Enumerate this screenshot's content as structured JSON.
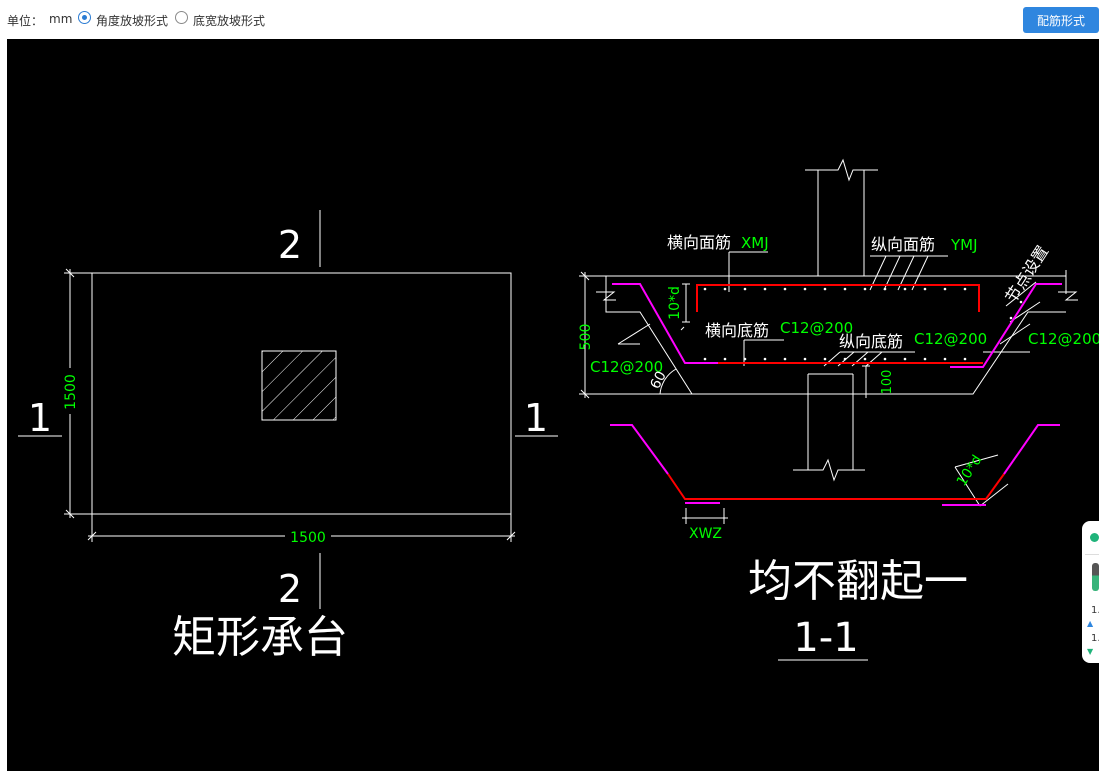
{
  "toolbar": {
    "unit_label": "单位：",
    "unit_value": "mm",
    "options": [
      {
        "label": "角度放坡形式",
        "selected": true
      },
      {
        "label": "底宽放坡形式",
        "selected": false
      }
    ],
    "config_button": "配筋形式"
  },
  "drawing": {
    "plan": {
      "title": "矩形承台",
      "dim_width": "1500",
      "dim_height": "1500",
      "section_mark_top": "2",
      "section_mark_bottom": "2",
      "section_mark_left": "1",
      "section_mark_right": "1"
    },
    "section": {
      "label_top_transverse": "横向面筋",
      "code_top_transverse": "XMJ",
      "label_top_longitudinal": "纵向面筋",
      "code_top_longitudinal": "YMJ",
      "label_node": "节点设置",
      "dim_anchor_top": "10*d",
      "dim_depth": "500",
      "label_bottom_transverse": "横向底筋",
      "spec_bottom_transverse": "C12@200",
      "label_bottom_longitudinal": "纵向底筋",
      "spec_bottom_longitudinal": "C12@200",
      "spec_left_slope": "C12@200",
      "spec_right_slope": "C12@200",
      "angle": "60",
      "dim_cover": "100",
      "dim_anchor_bottom": "10*d",
      "code_bottom": "XWZ",
      "caption": "均不翻起一",
      "section_id": "1-1"
    }
  },
  "side_panel": {
    "value_up": "1.",
    "value_down": "1."
  },
  "colors": {
    "accent": "#2f86df",
    "rebar_main": "#ff0000",
    "rebar_hook": "#ff00ff",
    "dimension": "#00ff00",
    "line": "#ffffff"
  }
}
